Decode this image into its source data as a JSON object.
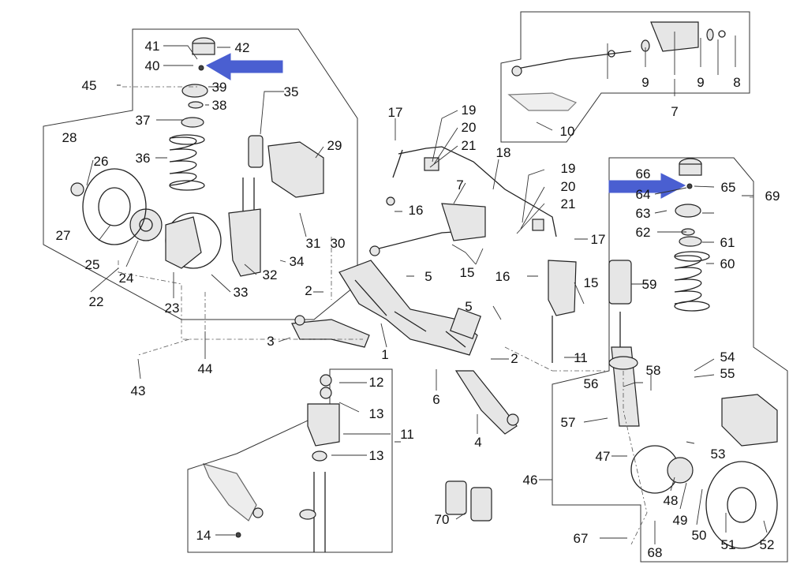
{
  "labels": {
    "n1": "1",
    "n2": "2",
    "n3": "3",
    "n4": "4",
    "n5": "5",
    "n6": "6",
    "n7": "7",
    "n8": "8",
    "n9": "9",
    "n10": "10",
    "n11": "11",
    "n12": "12",
    "n13": "13",
    "n14": "14",
    "n15": "15",
    "n16": "16",
    "n17": "17",
    "n18": "18",
    "n19": "19",
    "n20": "20",
    "n21": "21",
    "n22": "22",
    "n23": "23",
    "n24": "24",
    "n25": "25",
    "n26": "26",
    "n27": "27",
    "n28": "28",
    "n29": "29",
    "n30": "30",
    "n31": "31",
    "n32": "32",
    "n33": "33",
    "n34": "34",
    "n35": "35",
    "n36": "36",
    "n37": "37",
    "n38": "38",
    "n39": "39",
    "n40": "40",
    "n41": "41",
    "n42": "42",
    "n43": "43",
    "n44": "44",
    "n45": "45",
    "n46": "46",
    "n47": "47",
    "n48": "48",
    "n49": "49",
    "n50": "50",
    "n51": "51",
    "n52": "52",
    "n53": "53",
    "n54": "54",
    "n55": "55",
    "n56": "56",
    "n57": "57",
    "n58": "58",
    "n59": "59",
    "n60": "60",
    "n61": "61",
    "n62": "62",
    "n63": "63",
    "n64": "64",
    "n65": "65",
    "n66": "66",
    "n67": "67",
    "n68": "68",
    "n69": "69",
    "n70": "70"
  },
  "highlight_arrows": {
    "color": "#4a5fd1",
    "targets": [
      "40",
      "65"
    ]
  }
}
